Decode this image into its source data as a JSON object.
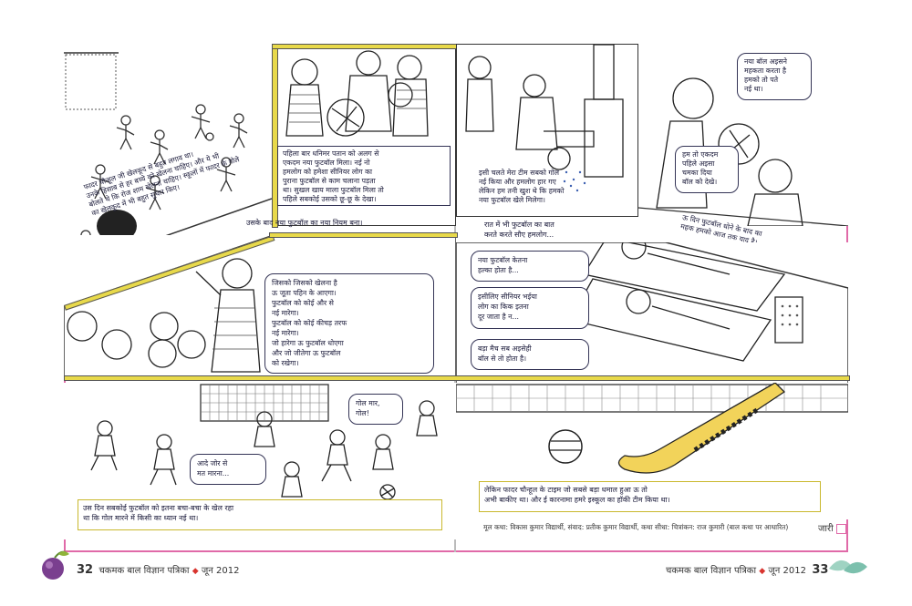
{
  "panels": {
    "p1_caption": [
      "फादर चौन्हूल जी खेलकूद से बहुत लगाव था।",
      "उनके हिसाब से हर बच्चे को खेलना चाहिए। और ये भी",
      "बोलते थे कि रोज शाम खेलना चाहिए। स्कूलों में फादर के गोले",
      "का खेलकूद में भी बहुत सुधार किए।"
    ],
    "p2_caption": [
      "पहिला बार धनिमर पतान को अलग से",
      "एकदम नया फुटबॉल मिला। नई नो",
      "हमलोग को हमेशा सीनियर लोग का",
      "पुराना फुटबॉल से काम चलाना पड़ता",
      "था। सुखल खाय माला फुटबॉल मिला तो",
      "पहिले सबकोई उसको छू-छू के देखा।"
    ],
    "p2_bottom": "उसके बाद नया फुटबॉल का नया नियम बना।",
    "p3_caption": [
      "इसी चलते मेरा टीम सबको गोल",
      "नई किया और हमलोग हार गए",
      "लेकिन हम तनी खुश थे कि हमको",
      "नया फुटबॉल खेले मिलेगा।"
    ],
    "p3_bottom": [
      "रात में भी फुटबॉल का बात",
      "करते करते सौए हमलोग..."
    ],
    "p4_bubble1": [
      "नया बॉल अइसने",
      "महकता करता है",
      "हमको तो पते",
      "नई था।"
    ],
    "p4_bubble2": [
      "हम तो एकदम",
      "पहिले अइसा",
      "चमका दिया",
      "बॉल को देखे।"
    ],
    "p4_caption": [
      "ऊ दिन फुटबॉल धोने के बाद का",
      "महक हमको आज तक याद है।"
    ],
    "p5_bubble": [
      "जिसको जिसको खेलना है",
      "ऊ जूता पहिन के आएगा।",
      "फुटबॉल को कोई और से",
      "नई मारेगा।",
      "फुटबॉल को कोई कीचड़ तरफ",
      "नई मारेगा।",
      "जो हारेगा ऊ फुटबॉल धोएगा",
      "और जो जीतेगा ऊ फुटबॉल",
      "को रखेगा।"
    ],
    "p6_bubble1": [
      "नया फुटबॉल केतना",
      "हल्का होता है..."
    ],
    "p6_bubble2": [
      "इसीलिए सीनियर भईया",
      "लोग का किक इतना",
      "दूर जाता है न..."
    ],
    "p6_bubble3": [
      "बड़ा मैच सब अइसेही",
      "बॉल से तो होता है।"
    ],
    "p7_bubble1": [
      "गोल मार,",
      "गोल!"
    ],
    "p7_bubble2": [
      "आदे जोर से",
      "मत मारना..."
    ],
    "p7_caption": [
      "उस दिन सबकोई फुटबॉल को इतना बचा-बचा के खेल रहा",
      "था कि गोल मारने में किसी का ध्यान नई था।"
    ],
    "p8_caption": [
      "लेकिन फादर चौन्हूल के टाइम जो सबसे बड़ा धमाल हुआ ऊ तो",
      "अभी बाकीए था। और ई कारनामा हमरे इस्कूल का हॉकी टीम किया था।"
    ]
  },
  "credits": "मूल कथा: विकास कुमार विद्यार्थी, संवाद: प्रतीक कुमार विद्यार्थी, कथा सीधा: चित्रांकन: राज कुमारी (बाल कथा पर आधारित)",
  "jari": "जारी",
  "footer": {
    "left_page": "32",
    "left_title": "चकमक बाल विज्ञान पत्रिका",
    "left_date": "जून 2012",
    "right_title": "चकमक बाल विज्ञान पत्रिका",
    "right_date": "जून 2012",
    "right_page": "33"
  },
  "colors": {
    "frame": "#e06aa8",
    "yellow_bar": "#e8d94a",
    "accent_diamond": "#d8342f",
    "ink": "#1a1a3a"
  }
}
